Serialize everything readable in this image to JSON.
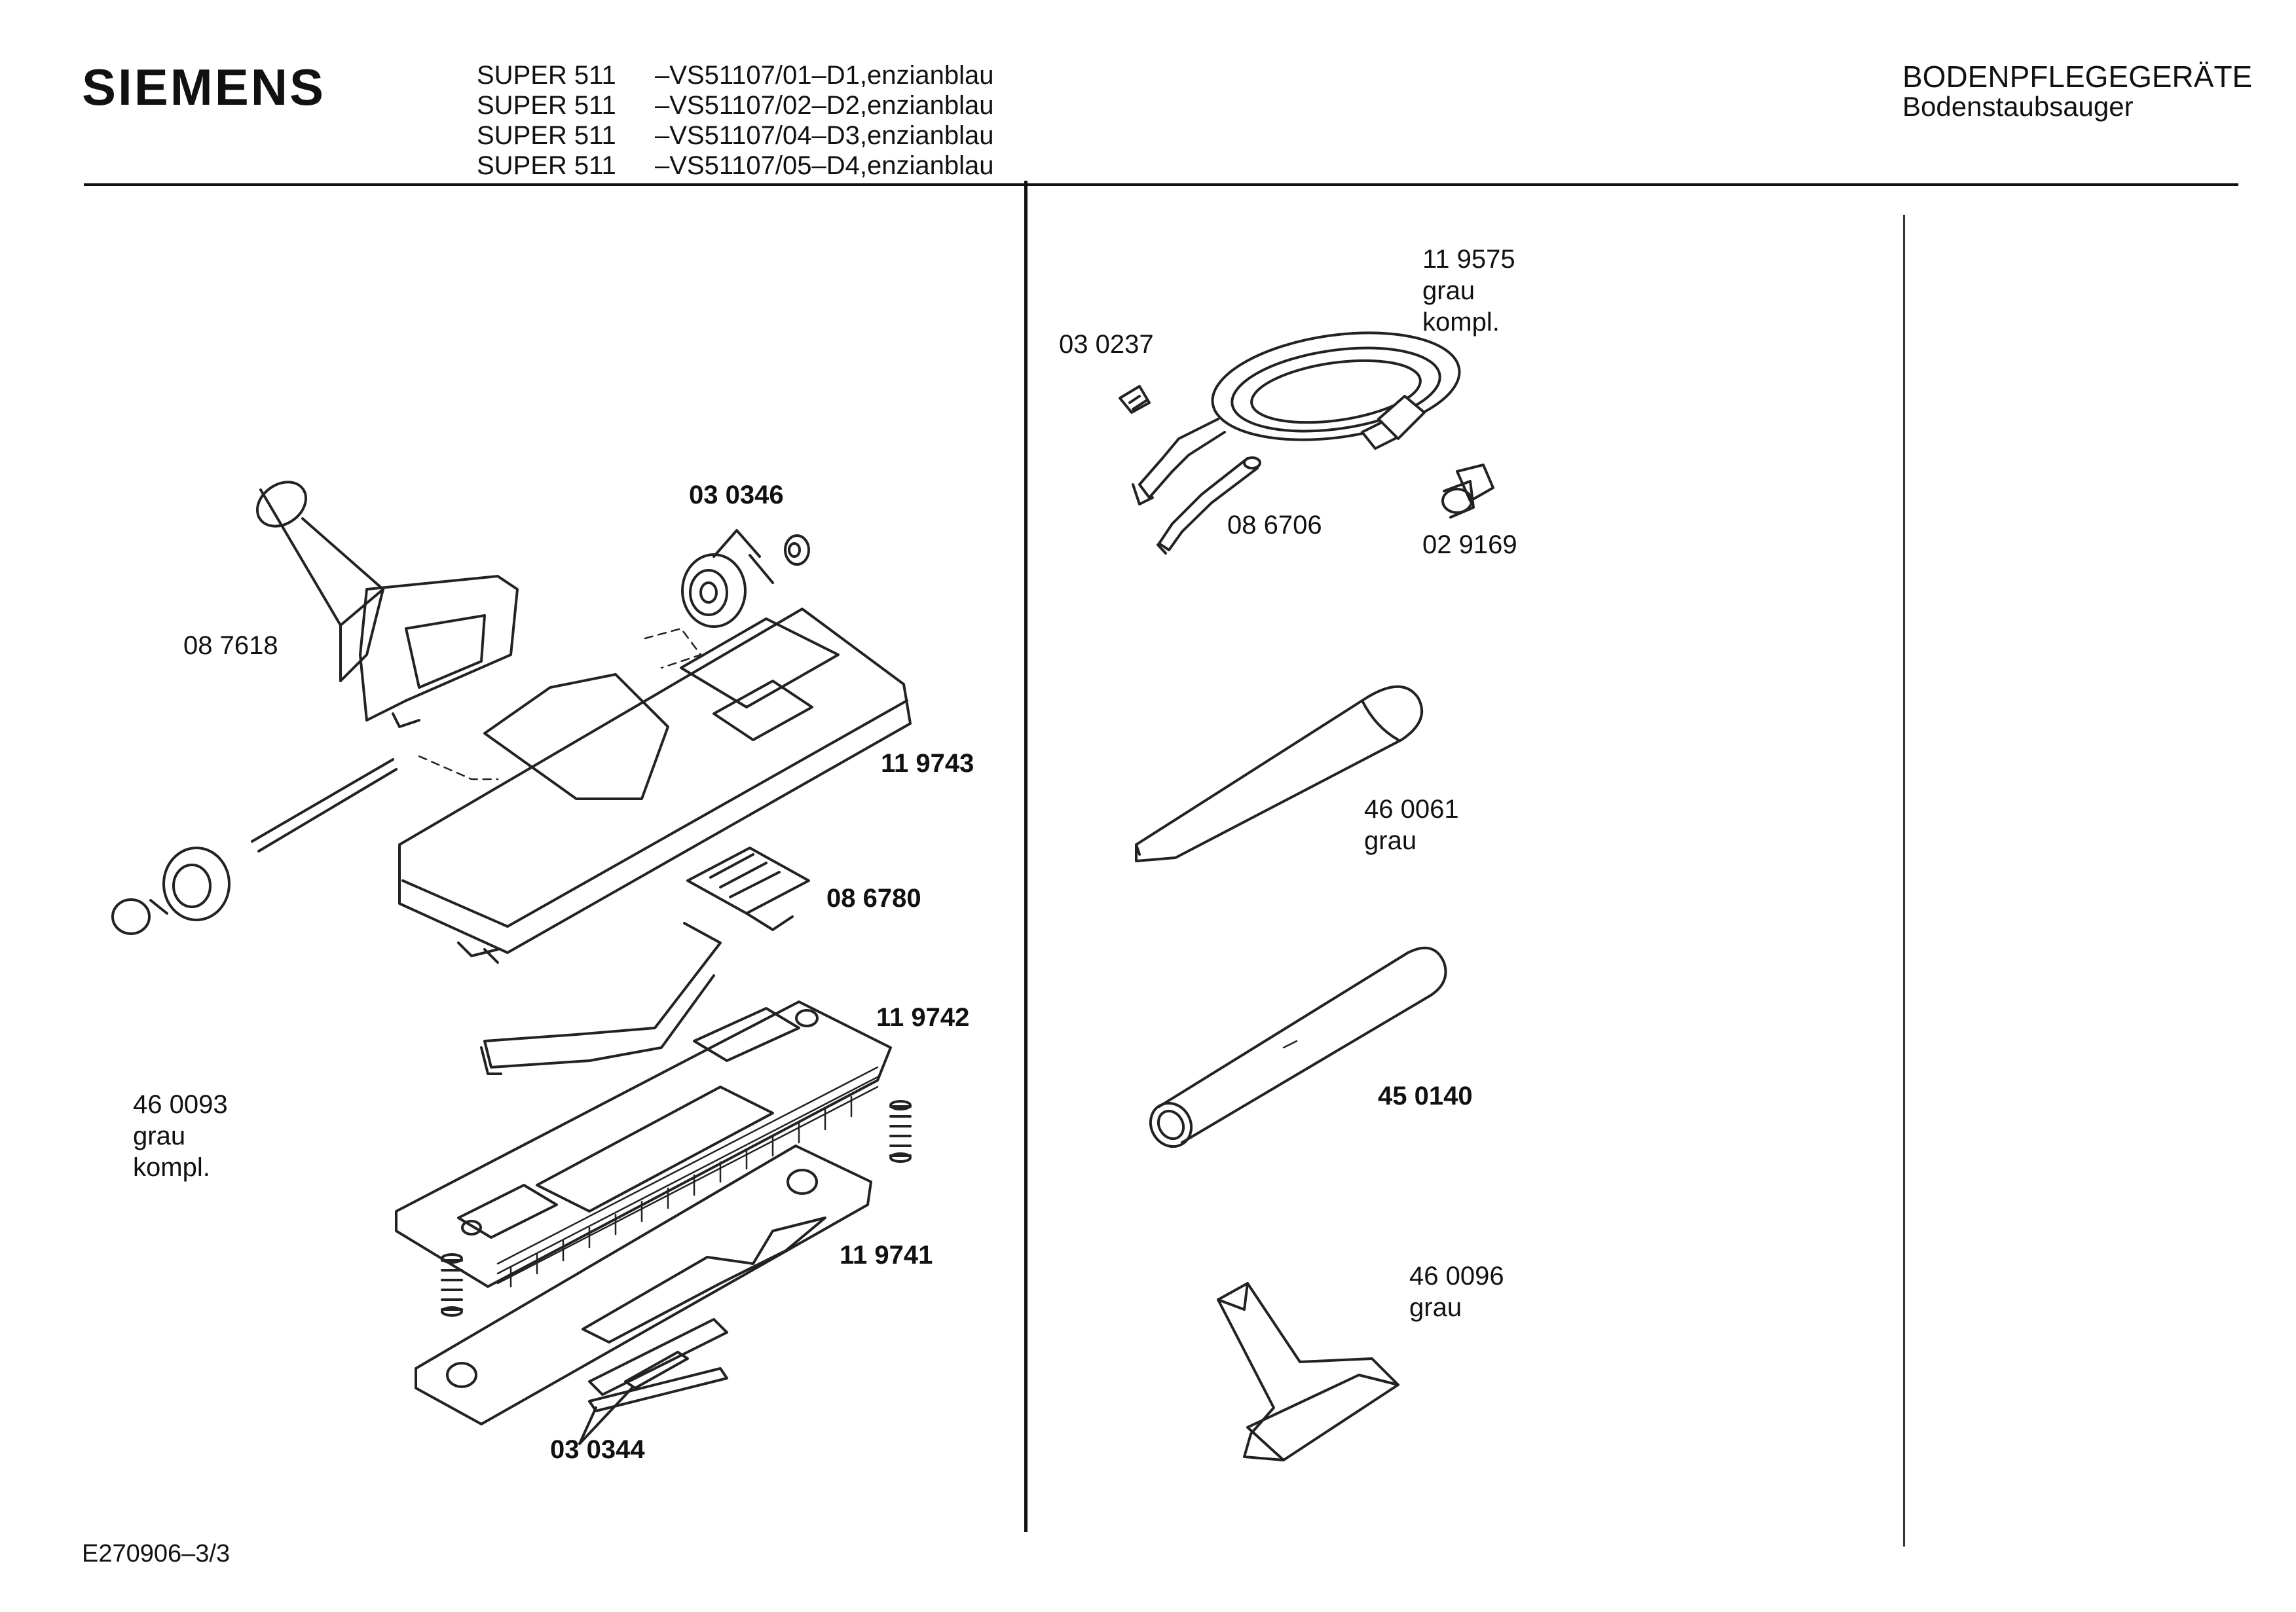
{
  "header": {
    "brand": "SIEMENS",
    "models": [
      {
        "model": "SUPER 511",
        "variant": "–VS51107/01–D1,enzianblau"
      },
      {
        "model": "SUPER 511",
        "variant": "–VS51107/02–D2,enzianblau"
      },
      {
        "model": "SUPER 511",
        "variant": "–VS51107/04–D3,enzianblau"
      },
      {
        "model": "SUPER 511",
        "variant": "–VS51107/05–D4,enzianblau"
      }
    ],
    "category": "BODENPFLEGEGERÄTE",
    "subcategory": "Bodenstaubsauger"
  },
  "parts": {
    "p087618": "08 7618",
    "p030346": "03 0346",
    "p119743": "11 9743",
    "p086780": "08 6780",
    "p119742": "11 9742",
    "p460093": "46 0093\ngrau\nkompl.",
    "p119741": "11 9741",
    "p030344": "03 0344",
    "p119575": "11 9575\ngrau\nkompl.",
    "p030237": "03 0237",
    "p086706": "08 6706",
    "p029169": "02 9169",
    "p460061": "46 0061\ngrau",
    "p450140": "45 0140",
    "p460096": "46 0096\ngrau"
  },
  "footer": {
    "code": "E270906–3/3"
  }
}
